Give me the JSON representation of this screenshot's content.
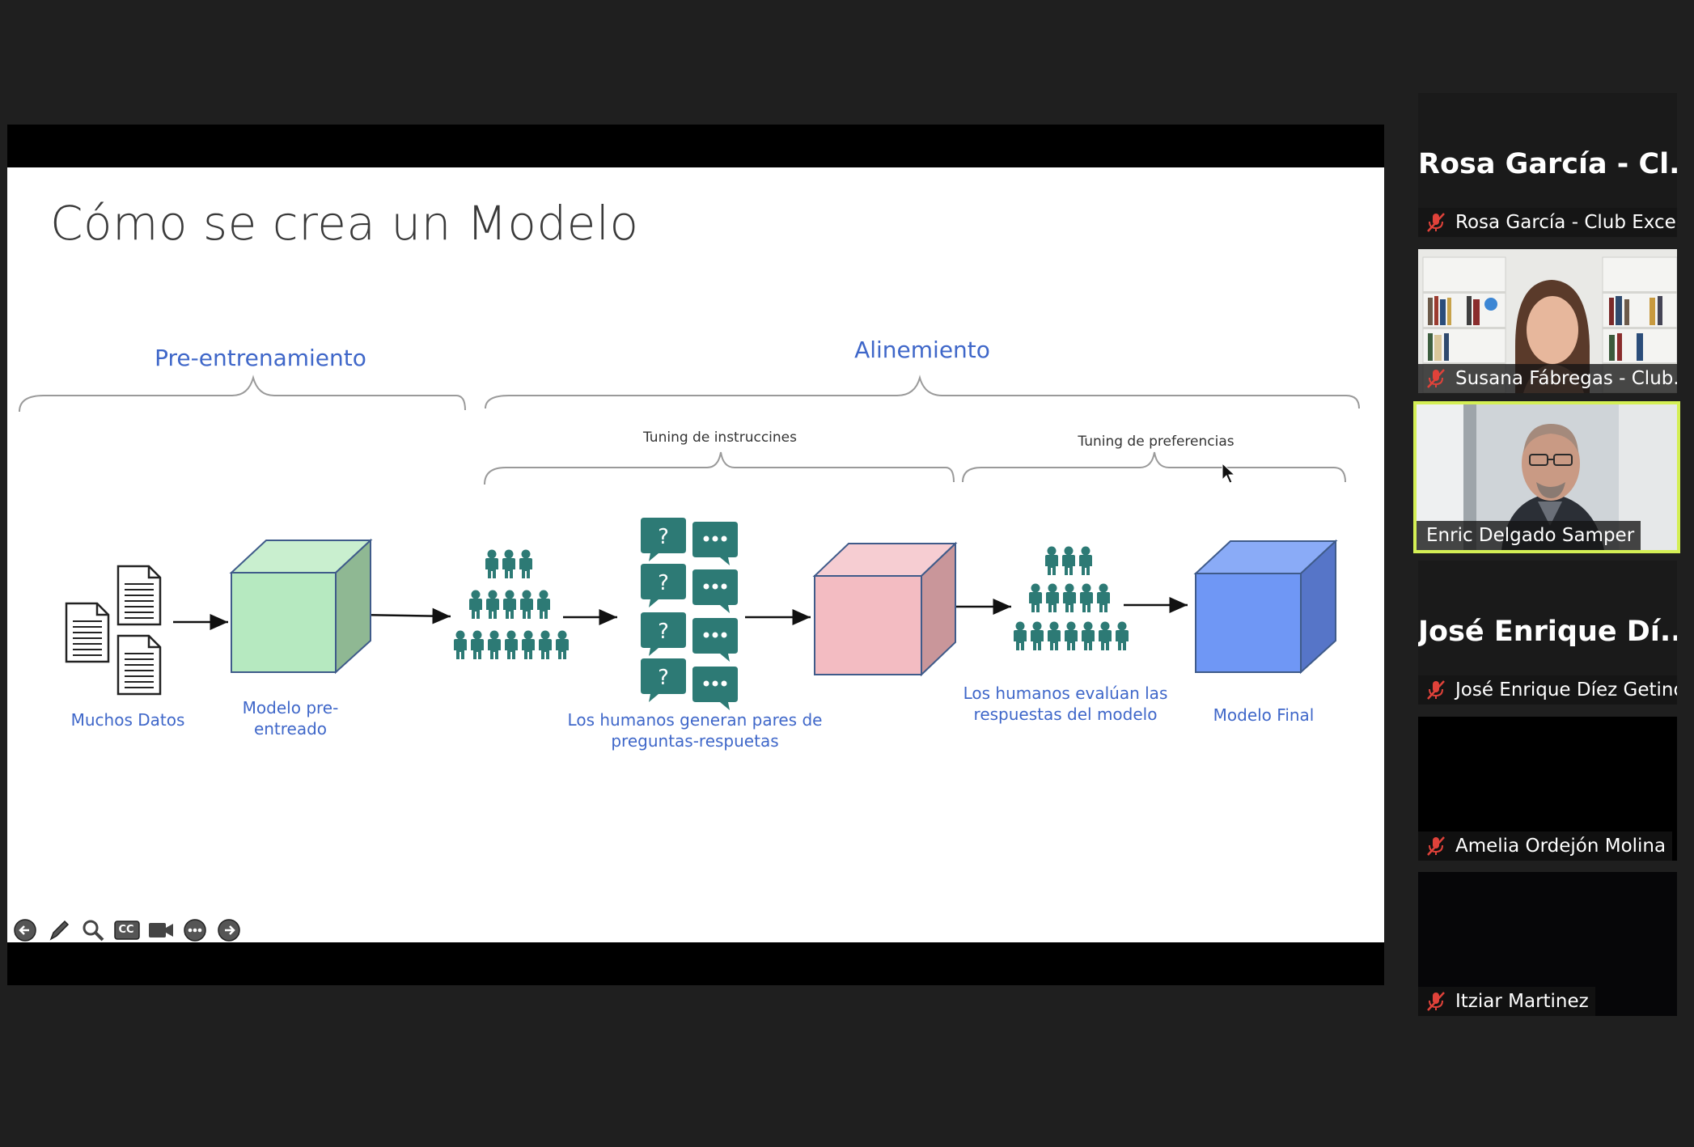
{
  "slide": {
    "title": "Cómo se crea un Modelo",
    "stages": {
      "pre": "Pre-entrenamiento",
      "align": "Alinemiento",
      "tuning_instr": "Tuning de instruccines",
      "tuning_pref": "Tuning de preferencias"
    },
    "captions": {
      "muchos_datos": "Muchos Datos",
      "modelo_pre_1": "Modelo pre-",
      "modelo_pre_2": "entreado",
      "humanos_gen_1": "Los humanos generan pares de",
      "humanos_gen_2": "preguntas-respuetas",
      "humanos_eval_1": "Los humanos evalúan las",
      "humanos_eval_2": "respuestas del modelo",
      "modelo_final": "Modelo Final"
    },
    "colors": {
      "cube_green": "#b6e9c0",
      "cube_pink": "#f3bcc2",
      "cube_blue": "#6f97f5",
      "people_teal": "#2d7a75",
      "label_blue": "#3f67c9"
    }
  },
  "toolbar": {
    "buttons": [
      "prev-arrow-icon",
      "pen-icon",
      "zoom-icon",
      "captions-icon",
      "camera-icon",
      "more-icon",
      "next-arrow-icon"
    ],
    "cc_label": "CC"
  },
  "participants": [
    {
      "big_name": "Rosa García - Cl...",
      "name": "Rosa García - Club Excel...",
      "muted": true,
      "video": false
    },
    {
      "name": "Susana Fábregas - Club...",
      "muted": true,
      "video": true
    },
    {
      "name": "Enric Delgado Samper",
      "muted": false,
      "video": true,
      "speaking": true
    },
    {
      "big_name": "José Enrique Dí...",
      "name": "José Enrique Díez Getino",
      "muted": true,
      "video": false
    },
    {
      "name": "Amelia Ordejón Molina",
      "muted": true,
      "video": false
    },
    {
      "name": "Itziar Martinez",
      "muted": true,
      "video": false
    }
  ]
}
